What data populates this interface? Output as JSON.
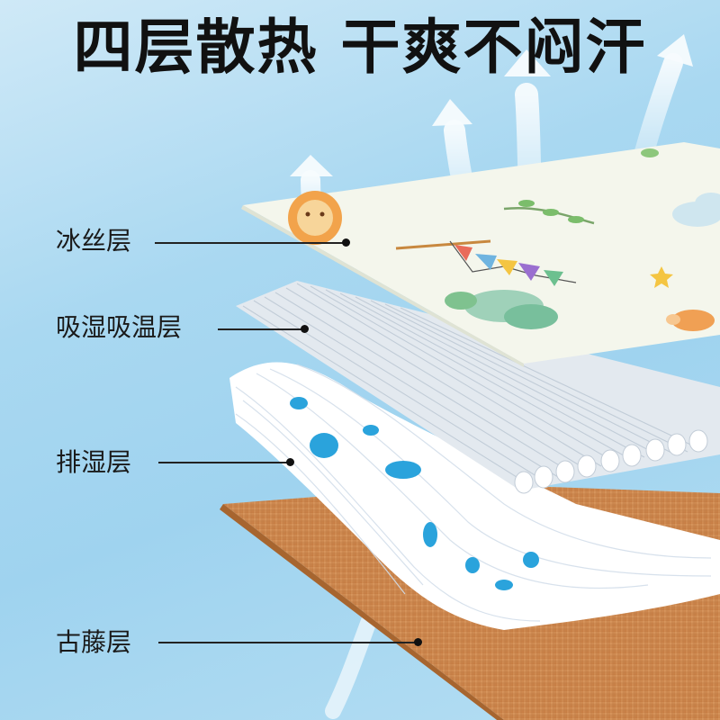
{
  "headline": "四层散热 干爽不闷汗",
  "layers": [
    {
      "label": "冰丝层"
    },
    {
      "label": "吸湿吸温层"
    },
    {
      "label": "排湿层"
    },
    {
      "label": "古藤层"
    }
  ],
  "colors": {
    "background": "#a9d8f1",
    "ice_silk_layer": "#f4f6ec",
    "tube_layer": "#e6ecf2",
    "fiber_layer": "#ffffff",
    "fiber_accent": "#2aa3dc",
    "rattan_layer": "#cf8a4f",
    "callout_text": "#1a1a1a",
    "airflow_arrows": "#ffffff"
  }
}
